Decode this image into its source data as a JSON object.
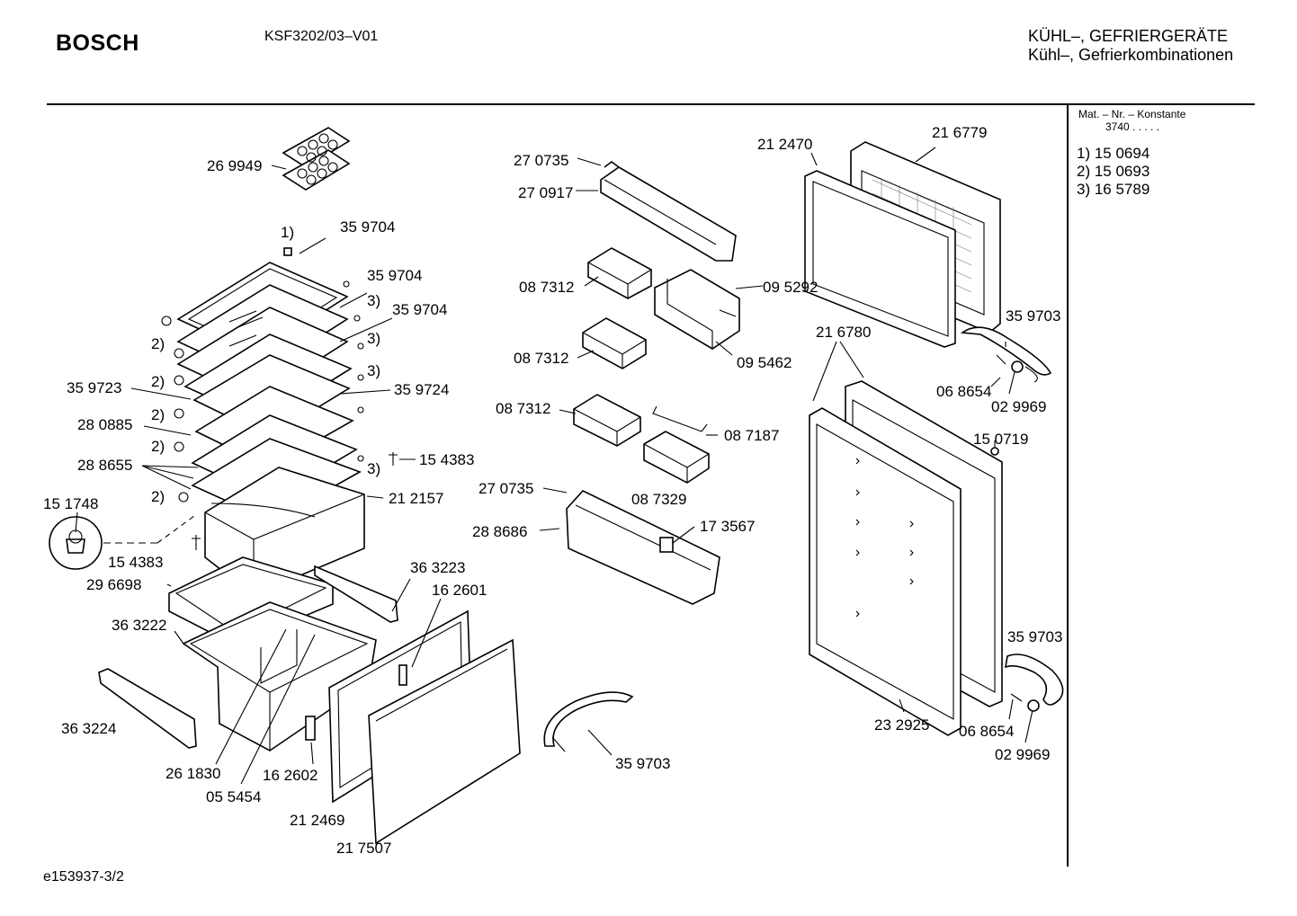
{
  "header": {
    "brand": "BOSCH",
    "model": "KSF3202/03–V01",
    "category_line1": "KÜHL–, GEFRIERGERÄTE",
    "category_line2": "Kühl–, Gefrierkombinationen"
  },
  "sidebar": {
    "heading": "Mat. – Nr. – Konstante",
    "constant": "3740  .  .  .  .  .",
    "items": [
      "1)  15 0694",
      "2)  15 0693",
      "3)  16 5789"
    ]
  },
  "footer": {
    "drawing_id": "e153937-3/2"
  },
  "labels": [
    {
      "id": "l01",
      "text": "26 9949"
    },
    {
      "id": "l02",
      "text": "1)"
    },
    {
      "id": "l03",
      "text": "35 9704"
    },
    {
      "id": "l04",
      "text": "35 9704"
    },
    {
      "id": "l05",
      "text": "3)"
    },
    {
      "id": "l06",
      "text": "35 9704"
    },
    {
      "id": "l07",
      "text": "2)"
    },
    {
      "id": "l08",
      "text": "3)"
    },
    {
      "id": "l09",
      "text": "2)"
    },
    {
      "id": "l10",
      "text": "3)"
    },
    {
      "id": "l11",
      "text": "35 9723"
    },
    {
      "id": "l12",
      "text": "35 9724"
    },
    {
      "id": "l13",
      "text": "2)"
    },
    {
      "id": "l14",
      "text": "28 0885"
    },
    {
      "id": "l15",
      "text": "2)"
    },
    {
      "id": "l16",
      "text": "28 8655"
    },
    {
      "id": "l17",
      "text": "15 4383"
    },
    {
      "id": "l18",
      "text": "3)"
    },
    {
      "id": "l19",
      "text": "2)"
    },
    {
      "id": "l20",
      "text": "21 2157"
    },
    {
      "id": "l21",
      "text": "15 1748"
    },
    {
      "id": "l22",
      "text": "15 4383"
    },
    {
      "id": "l23",
      "text": "36 3223"
    },
    {
      "id": "l24",
      "text": "29 6698"
    },
    {
      "id": "l25",
      "text": "16 2601"
    },
    {
      "id": "l26",
      "text": "36 3222"
    },
    {
      "id": "l27",
      "text": "36 3224"
    },
    {
      "id": "l28",
      "text": "26 1830"
    },
    {
      "id": "l29",
      "text": "16 2602"
    },
    {
      "id": "l30",
      "text": "05 5454"
    },
    {
      "id": "l31",
      "text": "21 2469"
    },
    {
      "id": "l32",
      "text": "21 7507"
    },
    {
      "id": "l33",
      "text": "27 0735"
    },
    {
      "id": "l34",
      "text": "27 0917"
    },
    {
      "id": "l35",
      "text": "08 7312"
    },
    {
      "id": "l36",
      "text": "09 5292"
    },
    {
      "id": "l37",
      "text": "08 7312"
    },
    {
      "id": "l38",
      "text": "09 5462"
    },
    {
      "id": "l39",
      "text": "08 7312"
    },
    {
      "id": "l40",
      "text": "08 7187"
    },
    {
      "id": "l41",
      "text": "08 7329"
    },
    {
      "id": "l42",
      "text": "27 0735"
    },
    {
      "id": "l43",
      "text": "28 8686"
    },
    {
      "id": "l44",
      "text": "17 3567"
    },
    {
      "id": "l45",
      "text": "35 9703"
    },
    {
      "id": "l46",
      "text": "21 2470"
    },
    {
      "id": "l47",
      "text": "21 6779"
    },
    {
      "id": "l48",
      "text": "35 9703"
    },
    {
      "id": "l49",
      "text": "21 6780"
    },
    {
      "id": "l50",
      "text": "06 8654"
    },
    {
      "id": "l51",
      "text": "02 9969"
    },
    {
      "id": "l52",
      "text": "15 0719"
    },
    {
      "id": "l53",
      "text": "35 9703"
    },
    {
      "id": "l54",
      "text": "23 2925"
    },
    {
      "id": "l55",
      "text": "06 8654"
    },
    {
      "id": "l56",
      "text": "02 9969"
    }
  ]
}
